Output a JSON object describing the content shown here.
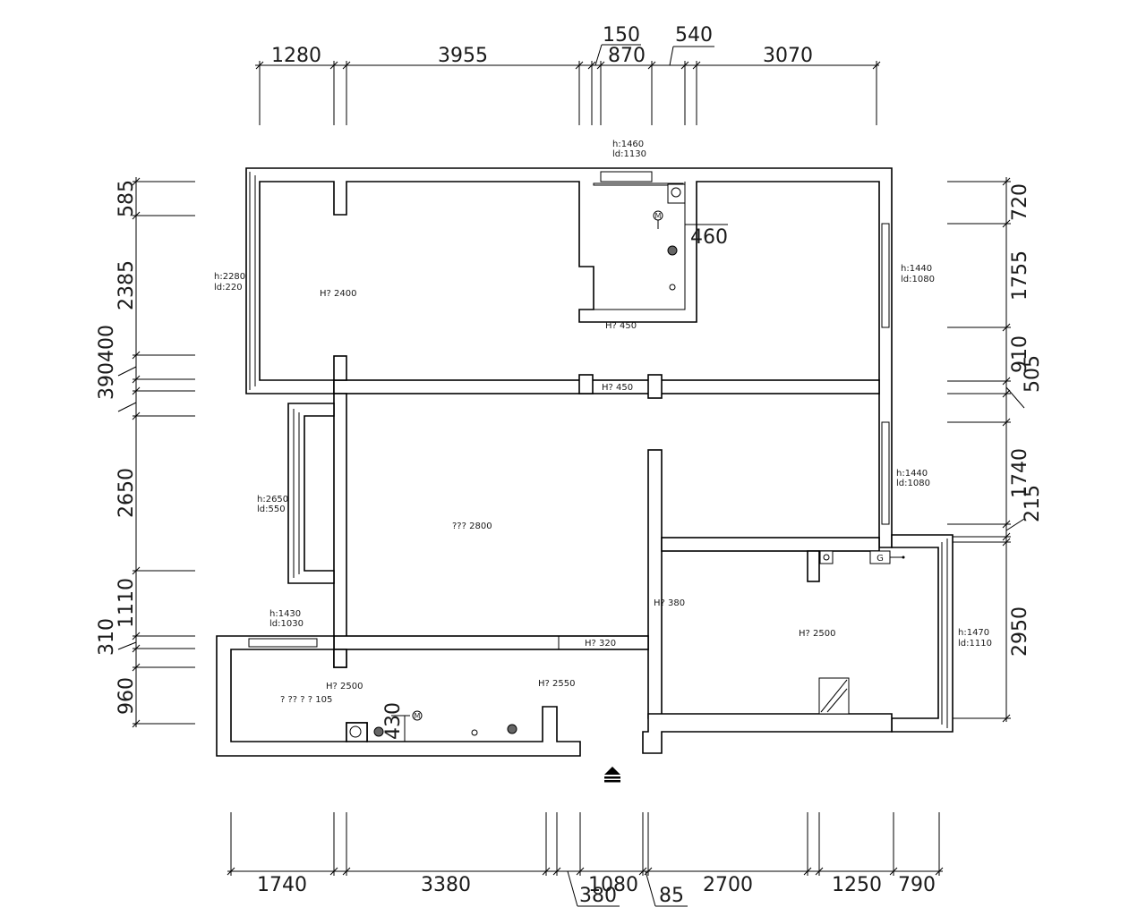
{
  "dims": {
    "top": [
      "1280",
      "3955",
      "150",
      "870",
      "540",
      "3070"
    ],
    "bottom": [
      "1740",
      "3380",
      "380",
      "1080",
      "85",
      "2700",
      "1250",
      "790"
    ],
    "left": [
      "585",
      "2385",
      "390400",
      "2650",
      "1110",
      "310",
      "960"
    ],
    "right": [
      "720",
      "1755",
      "910",
      "505",
      "1740",
      "215",
      "2950"
    ],
    "misc": [
      "460",
      "430"
    ]
  },
  "labels": {
    "top_window_h": "h:1460",
    "top_window_ld": "ld:1130",
    "left_window_h": "h:2280",
    "left_window_ld": "ld:220",
    "room1_height": "H? 2400",
    "inner_beam": "H? 450",
    "corridor_beam": "H? 450",
    "right_window1_h": "h:1440",
    "right_window1_ld": "ld:1080",
    "bay_window_h": "h:2650",
    "bay_window_ld": "ld:550",
    "living_height": "??? 2800",
    "right_window2_h": "h:1440",
    "right_window2_ld": "ld:1080",
    "h380": "H? 380",
    "bedroom_height": "H? 2500",
    "lower_window_h": "h:1430",
    "lower_window_ld": "ld:1030",
    "h320": "H? 320",
    "right_window3_h": "h:1470",
    "right_window3_ld": "ld:1110",
    "kitchen_height": "H? 2500",
    "kitchen_note": "? ??   ? ? 105",
    "hall_height": "H? 2550",
    "meter_m1": "M",
    "meter_m2": "M",
    "gas_g": "G"
  },
  "icons": {
    "entrance": "entrance-arrow-icon"
  }
}
